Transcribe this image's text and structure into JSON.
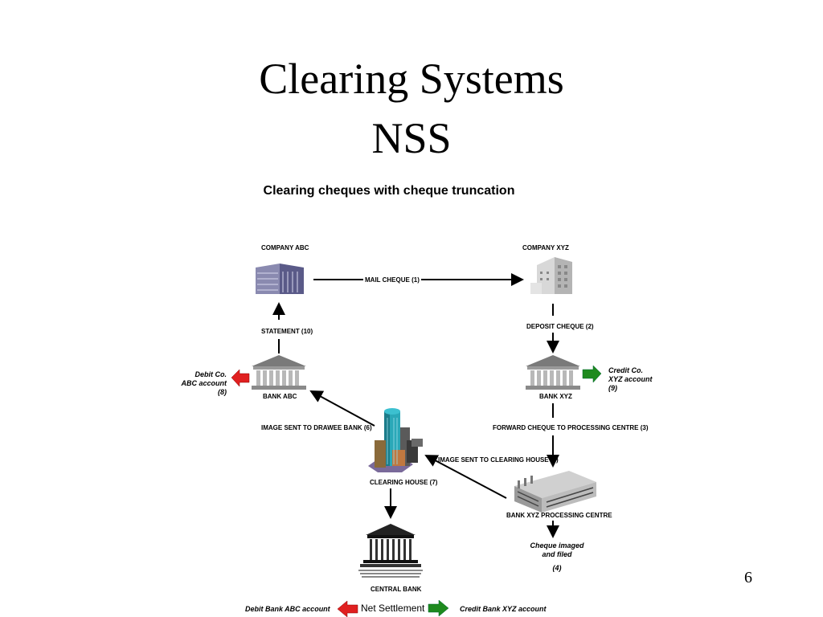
{
  "slide": {
    "title_line1": "Clearing Systems",
    "title_line2": "NSS",
    "subtitle": "Clearing cheques with cheque truncation",
    "page_number": "6"
  },
  "diagram": {
    "company_abc": "COMPANY ABC",
    "company_xyz": "COMPANY XYZ",
    "mail_cheque": "MAIL CHEQUE (1)",
    "deposit_cheque": "DEPOSIT CHEQUE (2)",
    "statement": "STATEMENT (10)",
    "bank_abc": "BANK ABC",
    "bank_xyz": "BANK XYZ",
    "debit_abc": [
      "Debit  Co.",
      "ABC account",
      "(8)"
    ],
    "credit_xyz": [
      "Credit  Co.",
      "XYZ account",
      "(9)"
    ],
    "image_drawee": "IMAGE SENT TO DRAWEE BANK (6)",
    "forward_cheque": "FORWARD CHEQUE TO PROCESSING CENTRE (3)",
    "image_clearing": "IMAGE SENT TO CLEARING HOUSE (5)",
    "clearing_house": "CLEARING HOUSE (7)",
    "processing_centre": "BANK XYZ PROCESSING CENTRE",
    "cheque_imaged": [
      "Cheque imaged",
      "and filed",
      "(4)"
    ],
    "central_bank": "CENTRAL BANK",
    "debit_bank_abc": "Debit Bank ABC account",
    "net_settlement": "Net Settlement",
    "credit_bank_xyz": "Credit  Bank XYZ account"
  },
  "colors": {
    "red_arrow": "#e02020",
    "green_arrow": "#1e8a1e",
    "tower": "#2aa8b8"
  }
}
